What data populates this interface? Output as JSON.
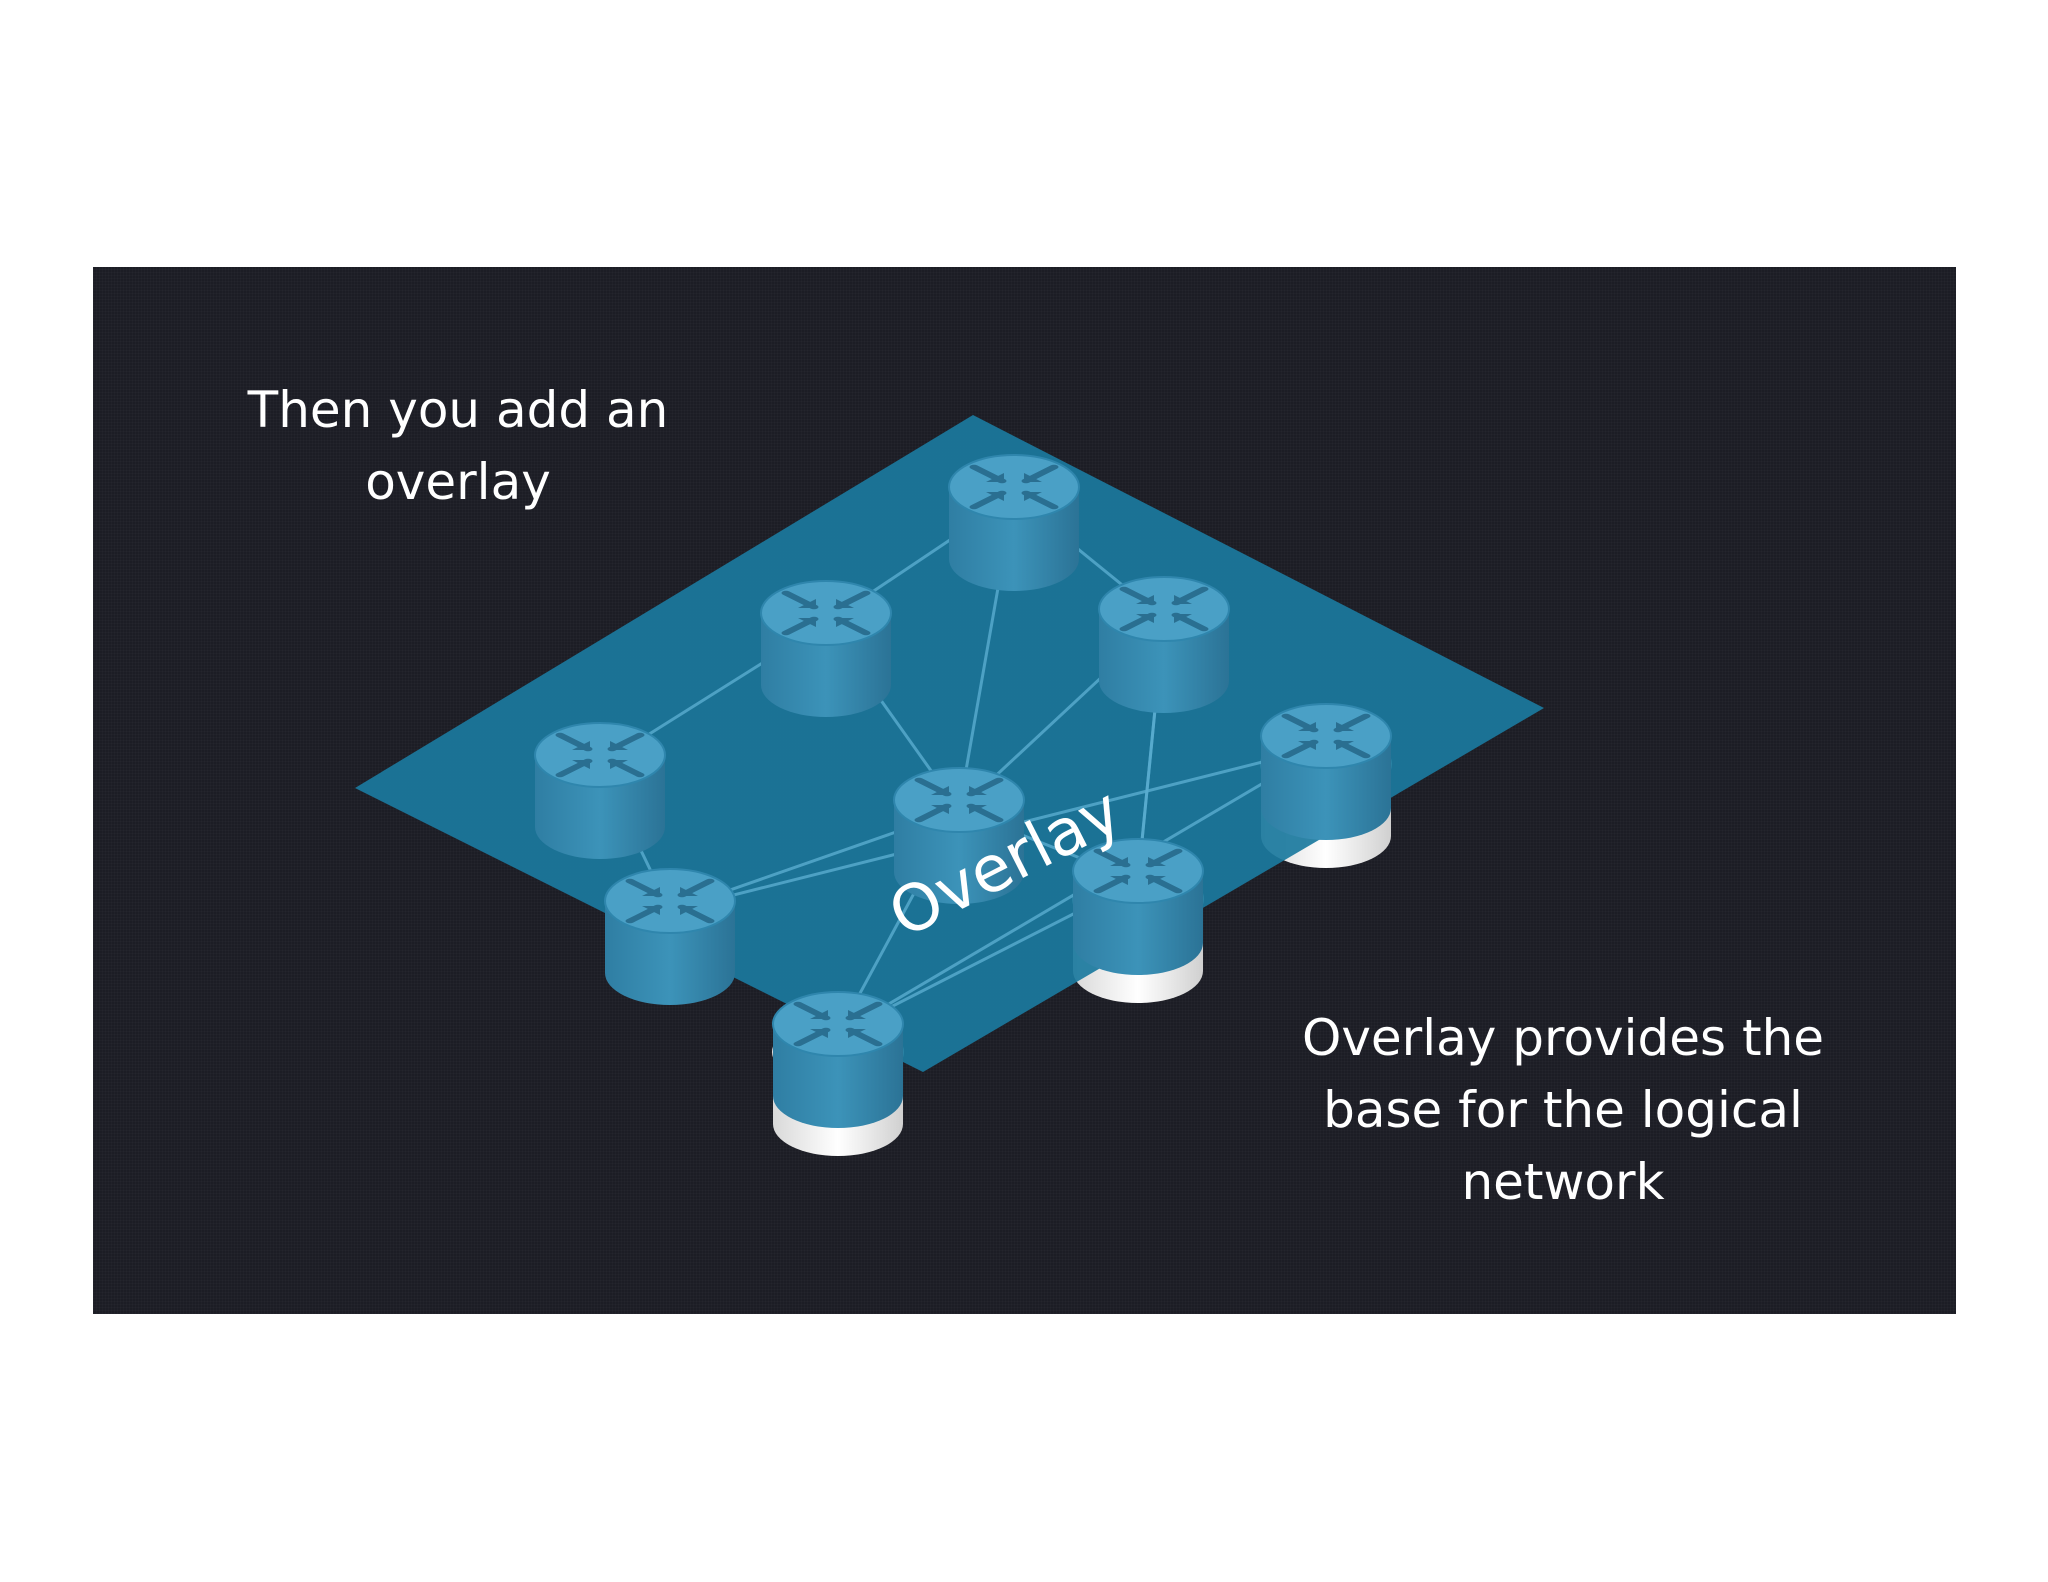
{
  "captions": {
    "top": "Then you add an\noverlay",
    "bottom": "Overlay provides the\nbase for the logical\nnetwork"
  },
  "overlay_label": "Overlay",
  "colors": {
    "slide_background": "#1c1d25",
    "overlay_plane": "#1b7a9e",
    "router_fill": "#3a8fb5",
    "router_top": "#4aa0c6",
    "link_line": "#5aaccf",
    "underlay_router": "#f2f2f2",
    "text": "#ffffff"
  },
  "routers": [
    {
      "id": "r1",
      "icon": "router-icon"
    },
    {
      "id": "r2",
      "icon": "router-icon"
    },
    {
      "id": "r3",
      "icon": "router-icon"
    },
    {
      "id": "r4",
      "icon": "router-icon"
    },
    {
      "id": "r5",
      "icon": "router-icon"
    },
    {
      "id": "r6",
      "icon": "router-icon"
    },
    {
      "id": "r7",
      "icon": "router-icon"
    },
    {
      "id": "r8",
      "icon": "router-icon"
    },
    {
      "id": "r9",
      "icon": "router-icon"
    }
  ],
  "links": [
    [
      "r1",
      "r2"
    ],
    [
      "r1",
      "r4"
    ],
    [
      "r2",
      "r3"
    ],
    [
      "r2",
      "r5"
    ],
    [
      "r3",
      "r5"
    ],
    [
      "r3",
      "r6"
    ],
    [
      "r4",
      "r5"
    ],
    [
      "r4",
      "r7"
    ],
    [
      "r5",
      "r6"
    ],
    [
      "r5",
      "r8"
    ],
    [
      "r6",
      "r8"
    ],
    [
      "r7",
      "r9"
    ],
    [
      "r5",
      "r9"
    ],
    [
      "r8",
      "r9"
    ],
    [
      "r6",
      "r8"
    ]
  ]
}
